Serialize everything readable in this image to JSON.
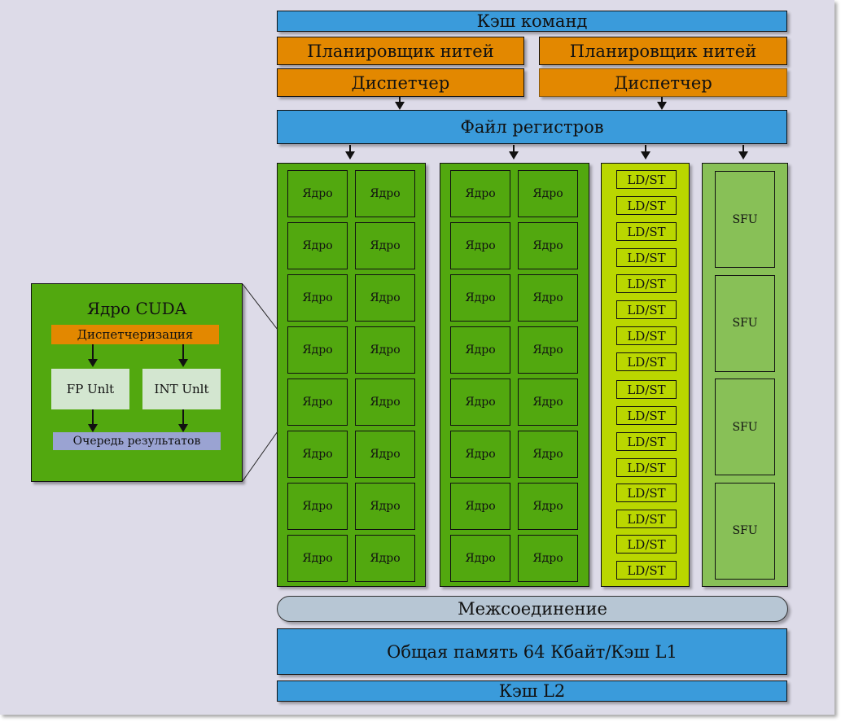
{
  "diagram": {
    "instruction_cache": "Кэш команд",
    "warp_schedulers": [
      "Планировщик нитей",
      "Планировщик нитей"
    ],
    "dispatchers": [
      "Диспетчер",
      "Диспетчер"
    ],
    "register_file": "Файл регистров",
    "core_label": "Ядро",
    "ldst_label": "LD/ST",
    "sfu_label": "SFU",
    "interconnect": "Межсоединение",
    "shared_memory": "Общая память 64 Кбайт/Кэш L1",
    "l2_cache": "Кэш L2",
    "cuda_core": {
      "title": "Ядро CUDA",
      "dispatch": "Диспетчеризация",
      "fp_unit": "FP Unlt",
      "int_unit": "INT Unlt",
      "result_queue": "Очередь результатов"
    },
    "counts": {
      "core_columns": 2,
      "core_rows": 8,
      "cores_per_row": 2,
      "ldst_units": 16,
      "sfu_units": 4
    },
    "colors": {
      "background": "#dddbe8",
      "cache_blue": "#3a9bdb",
      "scheduler_orange": "#e38800",
      "core_green": "#52a80f",
      "ldst_lime": "#bad700",
      "sfu_green": "#88c057",
      "interconnect_gray": "#b7c6d4",
      "unit_pale": "#d3e6d0",
      "queue_lavender": "#9aa3d2"
    }
  }
}
